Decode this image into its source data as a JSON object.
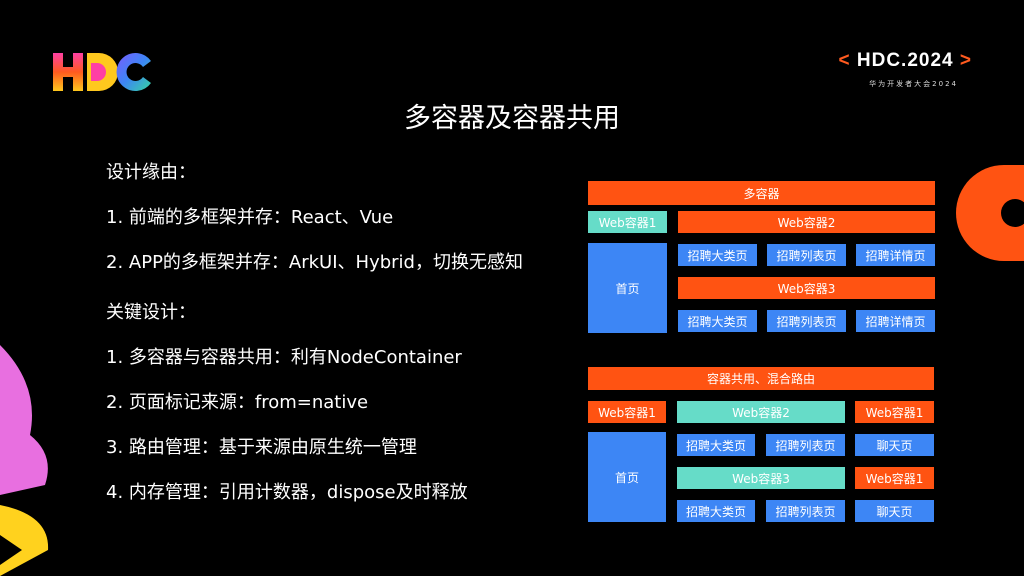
{
  "header": {
    "logo_text": "HDC",
    "event_brand": "HDC.2024",
    "event_bracket_left": "<",
    "event_bracket_right": ">",
    "event_subtitle": "华为开发者大会2024"
  },
  "slide": {
    "title": "多容器及容器共用"
  },
  "bullets": {
    "reason_heading": "设计缘由：",
    "reason_1": "1. 前端的多框架并存：React、Vue",
    "reason_2": "2. APP的多框架并存：ArkUI、Hybrid，切换无感知",
    "key_heading": "关键设计：",
    "key_1": "1. 多容器与容器共用：利有NodeContainer",
    "key_2": "2. 页面标记来源：from=native",
    "key_3": "3. 路由管理：基于来源由原生统一管理",
    "key_4": "4. 内存管理：引用计数器，dispose及时释放"
  },
  "diagram1": {
    "header": "多容器",
    "web1": "Web容器1",
    "web2": "Web容器2",
    "web3": "Web容器3",
    "home": "首页",
    "row1": [
      "招聘大类页",
      "招聘列表页",
      "招聘详情页"
    ],
    "row2": [
      "招聘大类页",
      "招聘列表页",
      "招聘详情页"
    ]
  },
  "diagram2": {
    "header": "容器共用、混合路由",
    "web1_left": "Web容器1",
    "web2": "Web容器2",
    "web1_right_top": "Web容器1",
    "home": "首页",
    "row1": [
      "招聘大类页",
      "招聘列表页",
      "聊天页"
    ],
    "web3": "Web容器3",
    "web1_right_mid": "Web容器1",
    "row2": [
      "招聘大类页",
      "招聘列表页",
      "聊天页"
    ]
  },
  "colors": {
    "background": "#000000",
    "orange": "#ff5312",
    "teal": "#66dcc8",
    "blue": "#3d86f5"
  }
}
